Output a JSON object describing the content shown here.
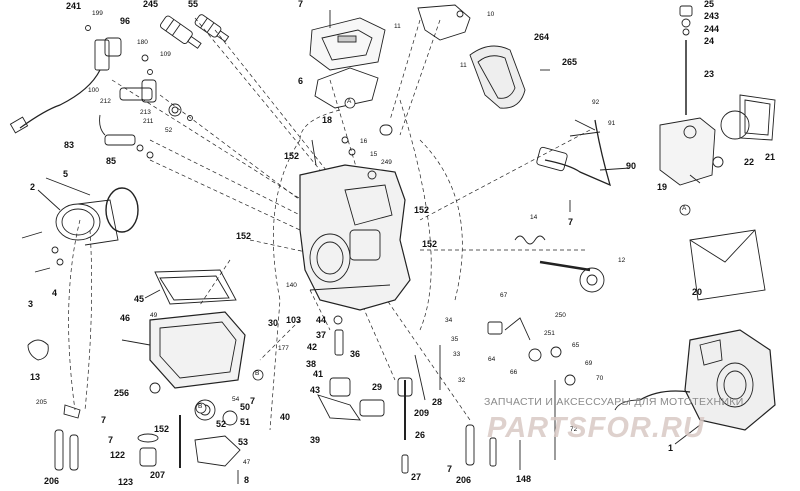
{
  "diagram": {
    "labels": [
      {
        "id": "241",
        "text": "241",
        "sm": false
      },
      {
        "id": "199",
        "text": "199",
        "sm": true
      },
      {
        "id": "96",
        "text": "96",
        "sm": false
      },
      {
        "id": "245",
        "text": "245",
        "sm": false
      },
      {
        "id": "55",
        "text": "55",
        "sm": false
      },
      {
        "id": "180",
        "text": "180",
        "sm": true
      },
      {
        "id": "109",
        "text": "109",
        "sm": true
      },
      {
        "id": "7a",
        "text": "7",
        "sm": false
      },
      {
        "id": "6",
        "text": "6",
        "sm": false
      },
      {
        "id": "11a",
        "text": "11",
        "sm": true
      },
      {
        "id": "10",
        "text": "10",
        "sm": true
      },
      {
        "id": "264",
        "text": "264",
        "sm": false
      },
      {
        "id": "11b",
        "text": "11",
        "sm": true
      },
      {
        "id": "265",
        "text": "265",
        "sm": false
      },
      {
        "id": "25",
        "text": "25",
        "sm": false
      },
      {
        "id": "243",
        "text": "243",
        "sm": false
      },
      {
        "id": "244",
        "text": "244",
        "sm": false
      },
      {
        "id": "24",
        "text": "24",
        "sm": false
      },
      {
        "id": "23",
        "text": "23",
        "sm": false
      },
      {
        "id": "100",
        "text": "100",
        "sm": true
      },
      {
        "id": "212",
        "text": "212",
        "sm": true
      },
      {
        "id": "213",
        "text": "213",
        "sm": true
      },
      {
        "id": "211",
        "text": "211",
        "sm": true
      },
      {
        "id": "52a",
        "text": "52",
        "sm": true
      },
      {
        "id": "83",
        "text": "83",
        "sm": false
      },
      {
        "id": "85",
        "text": "85",
        "sm": false
      },
      {
        "id": "18",
        "text": "18",
        "sm": false
      },
      {
        "id": "16",
        "text": "16",
        "sm": true
      },
      {
        "id": "15",
        "text": "15",
        "sm": true
      },
      {
        "id": "249",
        "text": "249",
        "sm": true
      },
      {
        "id": "152a",
        "text": "152",
        "sm": false
      },
      {
        "id": "92",
        "text": "92",
        "sm": true
      },
      {
        "id": "91",
        "text": "91",
        "sm": true
      },
      {
        "id": "90",
        "text": "90",
        "sm": false
      },
      {
        "id": "22",
        "text": "22",
        "sm": false
      },
      {
        "id": "21",
        "text": "21",
        "sm": false
      },
      {
        "id": "19",
        "text": "19",
        "sm": false
      },
      {
        "id": "2",
        "text": "2",
        "sm": false
      },
      {
        "id": "5",
        "text": "5",
        "sm": false
      },
      {
        "id": "152b",
        "text": "152",
        "sm": false
      },
      {
        "id": "7b",
        "text": "7",
        "sm": false
      },
      {
        "id": "14",
        "text": "14",
        "sm": true
      },
      {
        "id": "152c",
        "text": "152",
        "sm": false
      },
      {
        "id": "152d",
        "text": "152",
        "sm": false
      },
      {
        "id": "12",
        "text": "12",
        "sm": true
      },
      {
        "id": "20",
        "text": "20",
        "sm": false
      },
      {
        "id": "3",
        "text": "3",
        "sm": false
      },
      {
        "id": "4",
        "text": "4",
        "sm": false
      },
      {
        "id": "45",
        "text": "45",
        "sm": false
      },
      {
        "id": "140",
        "text": "140",
        "sm": true
      },
      {
        "id": "30",
        "text": "30",
        "sm": false
      },
      {
        "id": "103",
        "text": "103",
        "sm": false
      },
      {
        "id": "44",
        "text": "44",
        "sm": false
      },
      {
        "id": "49",
        "text": "49",
        "sm": true
      },
      {
        "id": "46",
        "text": "46",
        "sm": false
      },
      {
        "id": "67",
        "text": "67",
        "sm": true
      },
      {
        "id": "250",
        "text": "250",
        "sm": true
      },
      {
        "id": "251",
        "text": "251",
        "sm": true
      },
      {
        "id": "34",
        "text": "34",
        "sm": true
      },
      {
        "id": "35",
        "text": "35",
        "sm": true
      },
      {
        "id": "13",
        "text": "13",
        "sm": false
      },
      {
        "id": "177",
        "text": "177",
        "sm": true
      },
      {
        "id": "42",
        "text": "42",
        "sm": false
      },
      {
        "id": "37",
        "text": "37",
        "sm": false
      },
      {
        "id": "36",
        "text": "36",
        "sm": false
      },
      {
        "id": "33",
        "text": "33",
        "sm": true
      },
      {
        "id": "64",
        "text": "64",
        "sm": true
      },
      {
        "id": "65",
        "text": "65",
        "sm": true
      },
      {
        "id": "66",
        "text": "66",
        "sm": true
      },
      {
        "id": "69",
        "text": "69",
        "sm": true
      },
      {
        "id": "70",
        "text": "70",
        "sm": true
      },
      {
        "id": "38",
        "text": "38",
        "sm": false
      },
      {
        "id": "256",
        "text": "256",
        "sm": false
      },
      {
        "id": "41",
        "text": "41",
        "sm": false
      },
      {
        "id": "43",
        "text": "43",
        "sm": false
      },
      {
        "id": "29",
        "text": "29",
        "sm": false
      },
      {
        "id": "32",
        "text": "32",
        "sm": true
      },
      {
        "id": "205",
        "text": "205",
        "sm": true
      },
      {
        "id": "7c",
        "text": "7",
        "sm": false
      },
      {
        "id": "54",
        "text": "54",
        "sm": true
      },
      {
        "id": "7d",
        "text": "7",
        "sm": false
      },
      {
        "id": "50",
        "text": "50",
        "sm": false
      },
      {
        "id": "28",
        "text": "28",
        "sm": false
      },
      {
        "id": "40",
        "text": "40",
        "sm": false
      },
      {
        "id": "209",
        "text": "209",
        "sm": false
      },
      {
        "id": "152e",
        "text": "152",
        "sm": false
      },
      {
        "id": "52b",
        "text": "52",
        "sm": false
      },
      {
        "id": "51",
        "text": "51",
        "sm": false
      },
      {
        "id": "53",
        "text": "53",
        "sm": false
      },
      {
        "id": "39",
        "text": "39",
        "sm": false
      },
      {
        "id": "26",
        "text": "26",
        "sm": false
      },
      {
        "id": "122",
        "text": "122",
        "sm": false
      },
      {
        "id": "47",
        "text": "47",
        "sm": true
      },
      {
        "id": "72",
        "text": "72",
        "sm": true
      },
      {
        "id": "206a",
        "text": "206",
        "sm": false
      },
      {
        "id": "207",
        "text": "207",
        "sm": false
      },
      {
        "id": "123",
        "text": "123",
        "sm": false
      },
      {
        "id": "7e",
        "text": "7",
        "sm": false
      },
      {
        "id": "206b",
        "text": "206",
        "sm": false
      },
      {
        "id": "27",
        "text": "27",
        "sm": false
      },
      {
        "id": "7f",
        "text": "7",
        "sm": false
      },
      {
        "id": "8",
        "text": "8",
        "sm": false
      },
      {
        "id": "148",
        "text": "148",
        "sm": false
      },
      {
        "id": "1",
        "text": "1",
        "sm": false
      },
      {
        "id": "A1",
        "text": "A",
        "sm": true
      },
      {
        "id": "A2",
        "text": "A",
        "sm": true
      },
      {
        "id": "B1",
        "text": "B",
        "sm": true
      },
      {
        "id": "B2",
        "text": "B",
        "sm": true
      }
    ]
  },
  "watermark": {
    "caption": "ЗАПЧАСТИ И АКСЕССУАРЫ ДЛЯ МОТОТЕХНИКИ",
    "logo": "PARTSFOR.RU",
    "caption_color": "#8a8a8a",
    "logo_color": "#d9c9c5"
  }
}
